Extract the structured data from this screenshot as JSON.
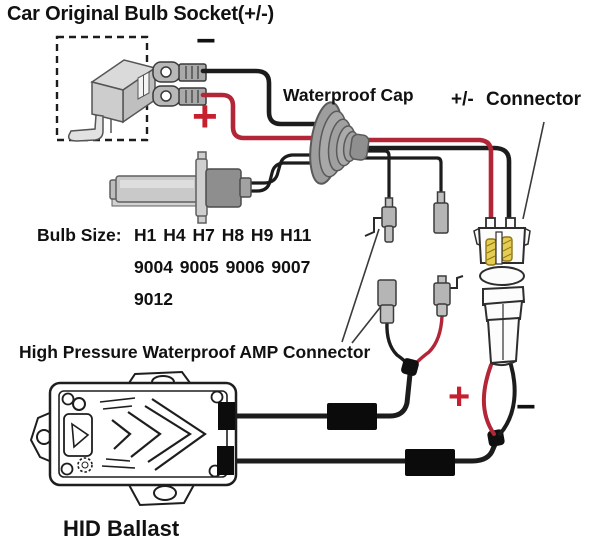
{
  "labels": {
    "title": "Car Original Bulb Socket(+/-)",
    "waterproof_cap": "Waterproof Cap",
    "pm_connector": "+/- Connector",
    "bulb_size_prefix": "Bulb Size:",
    "bulb_sizes_line1": "H1 H4 H7 H8 H9 H11",
    "bulb_sizes_line2": "9004 9005 9006 9007",
    "bulb_sizes_line3": "9012",
    "amp_connector": "High Pressure Waterproof AMP Connector",
    "hid_ballast": "HID Ballast"
  },
  "symbols": {
    "socket_negative": "−",
    "socket_positive": "+",
    "ballast_positive": "+",
    "ballast_negative": "−"
  },
  "colors": {
    "positive_wire": "#b32638",
    "negative_wire": "#1c1c1c",
    "plus_red": "#c6202f",
    "connector_pin_yellow": "#e4cd52",
    "component_gray": "#b5b5b5"
  }
}
